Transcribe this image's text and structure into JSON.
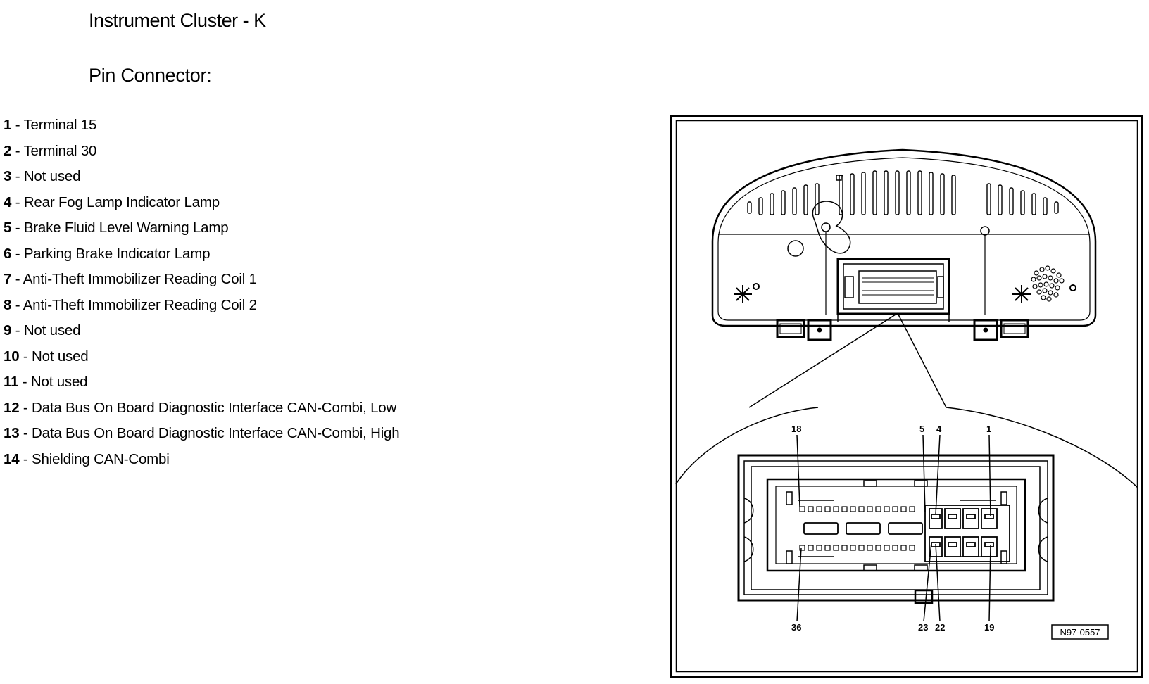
{
  "title": "Instrument Cluster - K",
  "subtitle": "Pin Connector:",
  "pins": [
    {
      "num": "1",
      "label": "Terminal 15"
    },
    {
      "num": "2",
      "label": "Terminal 30"
    },
    {
      "num": "3",
      "label": "Not used"
    },
    {
      "num": "4",
      "label": "Rear Fog Lamp Indicator Lamp"
    },
    {
      "num": "5",
      "label": "Brake Fluid Level Warning Lamp"
    },
    {
      "num": "6",
      "label": "Parking Brake Indicator Lamp"
    },
    {
      "num": "7",
      "label": "Anti-Theft Immobilizer Reading Coil 1"
    },
    {
      "num": "8",
      "label": "Anti-Theft Immobilizer Reading Coil 2"
    },
    {
      "num": "9",
      "label": "Not used"
    },
    {
      "num": "10",
      "label": "Not used"
    },
    {
      "num": "11",
      "label": "Not used"
    },
    {
      "num": "12",
      "label": "Data Bus On Board Diagnostic Interface CAN-Combi, Low"
    },
    {
      "num": "13",
      "label": "Data Bus On Board Diagnostic Interface CAN-Combi, High"
    },
    {
      "num": "14",
      "label": "Shielding CAN-Combi"
    }
  ],
  "diagram": {
    "callouts_top": [
      "18",
      "5",
      "4",
      "1"
    ],
    "callouts_bottom": [
      "36",
      "23",
      "22",
      "19"
    ],
    "reference": "N97-0557"
  }
}
